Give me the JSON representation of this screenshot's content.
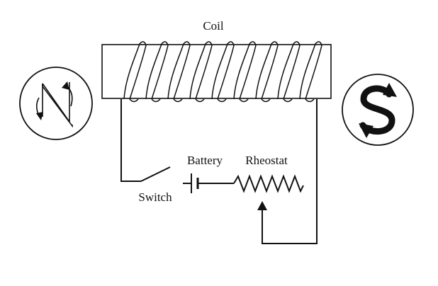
{
  "labels": {
    "coil": "Coil",
    "battery": "Battery",
    "rheostat": "Rheostat",
    "switch": "Switch"
  },
  "icons": {
    "left_compass": "compass-with-rotation-arrows-icon",
    "right_compass": "s-rotation-icon"
  },
  "colors": {
    "ink": "#111111",
    "background": "#ffffff"
  }
}
